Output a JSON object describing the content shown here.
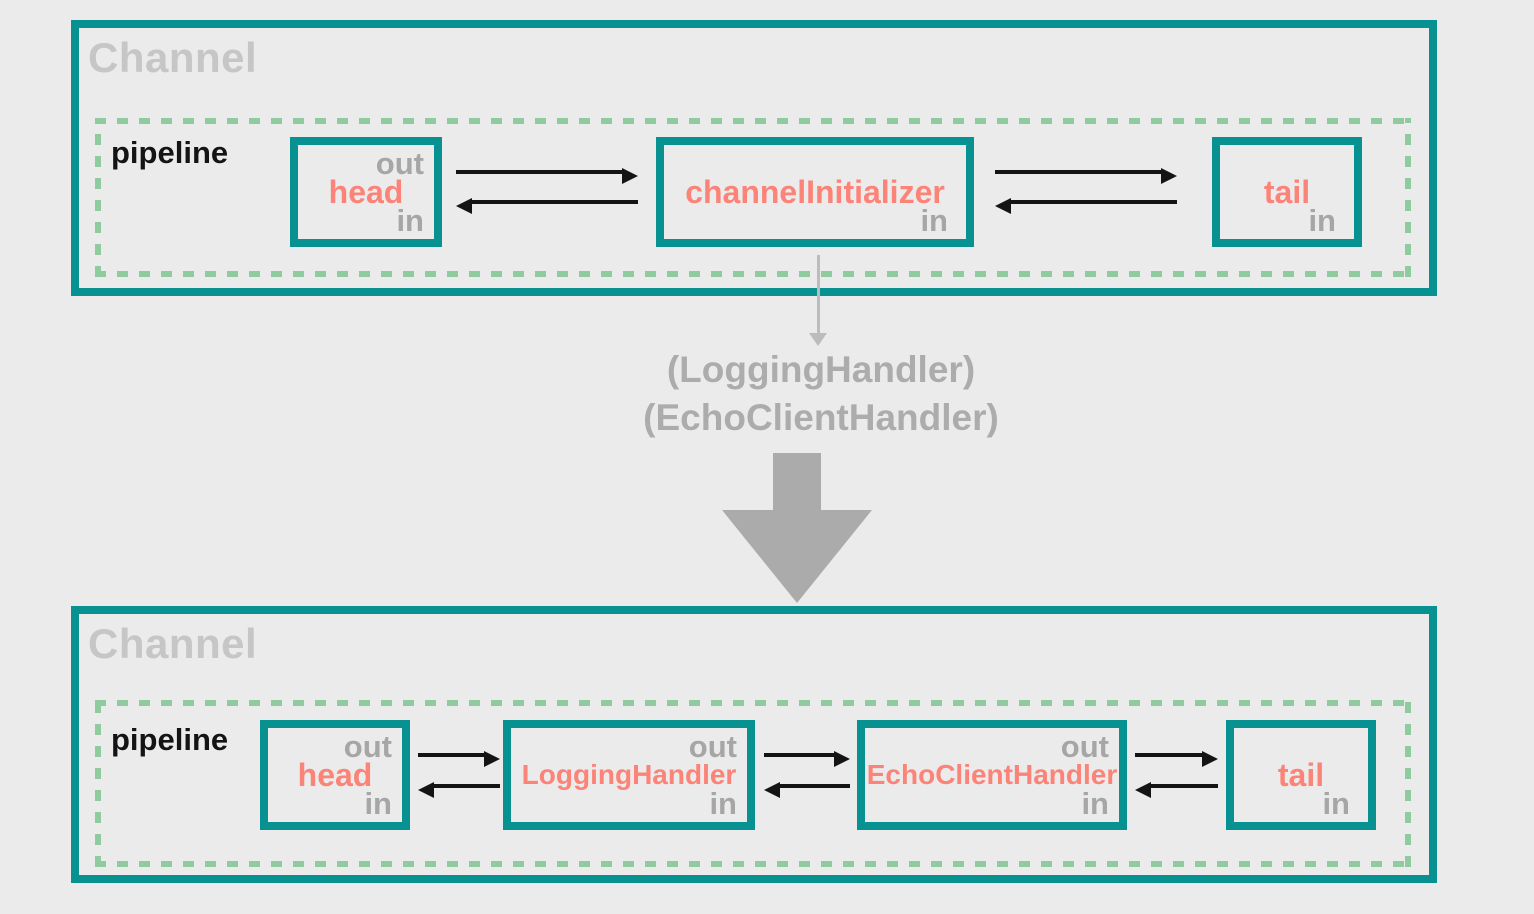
{
  "colors": {
    "background": "#ebebeb",
    "channel_border_teal": "#089191",
    "pipeline_dash_green": "#8fcb9f",
    "handler_name_salmon": "#fc8377",
    "channel_title_gray": "#c6c6c6",
    "io_label_gray": "#a6a6a6",
    "annotation_gray": "#acacac",
    "arrow_black": "#141414",
    "big_arrow_gray": "#ababab"
  },
  "top_channel": {
    "title": "Channel",
    "pipeline_label": "pipeline",
    "handlers": [
      {
        "name": "head",
        "out_label": "out",
        "in_label": "in"
      },
      {
        "name": "channelInitializer",
        "in_label": "in"
      },
      {
        "name": "tail",
        "in_label": "in"
      }
    ]
  },
  "transformation": {
    "annotation_line1": "(LoggingHandler)",
    "annotation_line2": "(EchoClientHandler)"
  },
  "bottom_channel": {
    "title": "Channel",
    "pipeline_label": "pipeline",
    "handlers": [
      {
        "name": "head",
        "out_label": "out",
        "in_label": "in"
      },
      {
        "name": "LoggingHandler",
        "out_label": "out",
        "in_label": "in"
      },
      {
        "name": "EchoClientHandler",
        "out_label": "out",
        "in_label": "in"
      },
      {
        "name": "tail",
        "in_label": "in"
      }
    ]
  }
}
